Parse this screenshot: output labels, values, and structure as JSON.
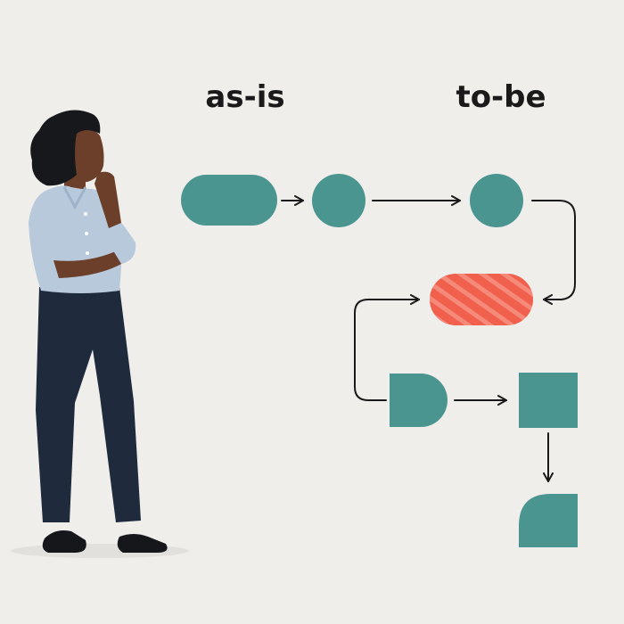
{
  "labels": {
    "as_is": "as-is",
    "to_be": "to-be"
  },
  "colors": {
    "background": "#efeeeb",
    "node": "#4b9590",
    "highlight": "#f0604d",
    "highlight_stripe": "#f58a7b",
    "arrow": "#1a1a1a",
    "text": "#1a1a1a",
    "shirt": "#b7c9db",
    "trousers": "#1f2a3d",
    "skin": "#6b3f2a",
    "hair": "#16181c",
    "shoes": "#15171b"
  },
  "diagram": {
    "nodes": [
      {
        "name": "as-is-start-node",
        "shape": "pill"
      },
      {
        "name": "as-is-circle-node",
        "shape": "circle"
      },
      {
        "name": "to-be-circle-node",
        "shape": "circle"
      },
      {
        "name": "highlighted-pill-node",
        "shape": "pill-striped"
      },
      {
        "name": "d-shape-node",
        "shape": "d-shape"
      },
      {
        "name": "square-node",
        "shape": "square"
      },
      {
        "name": "quarter-round-node",
        "shape": "quarter-round"
      }
    ],
    "edges": [
      {
        "from": "as-is-start-node",
        "to": "as-is-circle-node"
      },
      {
        "from": "as-is-circle-node",
        "to": "to-be-circle-node"
      },
      {
        "from": "to-be-circle-node",
        "to": "highlighted-pill-node"
      },
      {
        "from": "d-shape-node",
        "to": "highlighted-pill-node"
      },
      {
        "from": "d-shape-node",
        "to": "square-node"
      },
      {
        "from": "square-node",
        "to": "quarter-round-node"
      }
    ]
  }
}
